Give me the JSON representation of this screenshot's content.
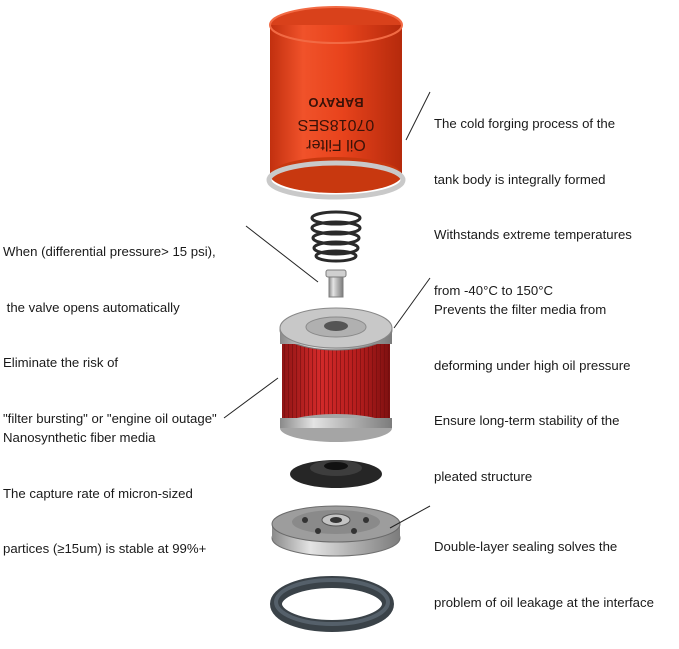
{
  "product": {
    "brand": "BARAYO",
    "label_line1": "Oil Filter",
    "label_line2": "07018SES"
  },
  "callouts": {
    "tank": {
      "lines": [
        "The cold forging process of the",
        "tank body is integrally formed",
        "Withstands extreme temperatures",
        "from -40°C to 150°C"
      ]
    },
    "valve": {
      "lines": [
        "When (differential pressure> 15 psi),",
        " the valve opens automatically",
        "Eliminate the risk of",
        "\"filter bursting\" or \"engine oil outage\""
      ]
    },
    "frame": {
      "lines": [
        "Prevents the filter media from",
        "deforming under high oil pressure",
        "Ensure long-term stability of the",
        "pleated structure"
      ]
    },
    "media": {
      "lines": [
        "Nanosynthetic fiber media",
        "The capture rate of micron-sized",
        "partices (≥15um) is stable at 99%+"
      ]
    },
    "seal": {
      "lines": [
        "Double-layer sealing solves the",
        "problem of oil leakage at the interface"
      ]
    }
  },
  "colors": {
    "can_orange": "#e8431c",
    "media_red": "#b81d1d",
    "metal": "#9a9a9a",
    "rubber": "#2b2b2b"
  }
}
